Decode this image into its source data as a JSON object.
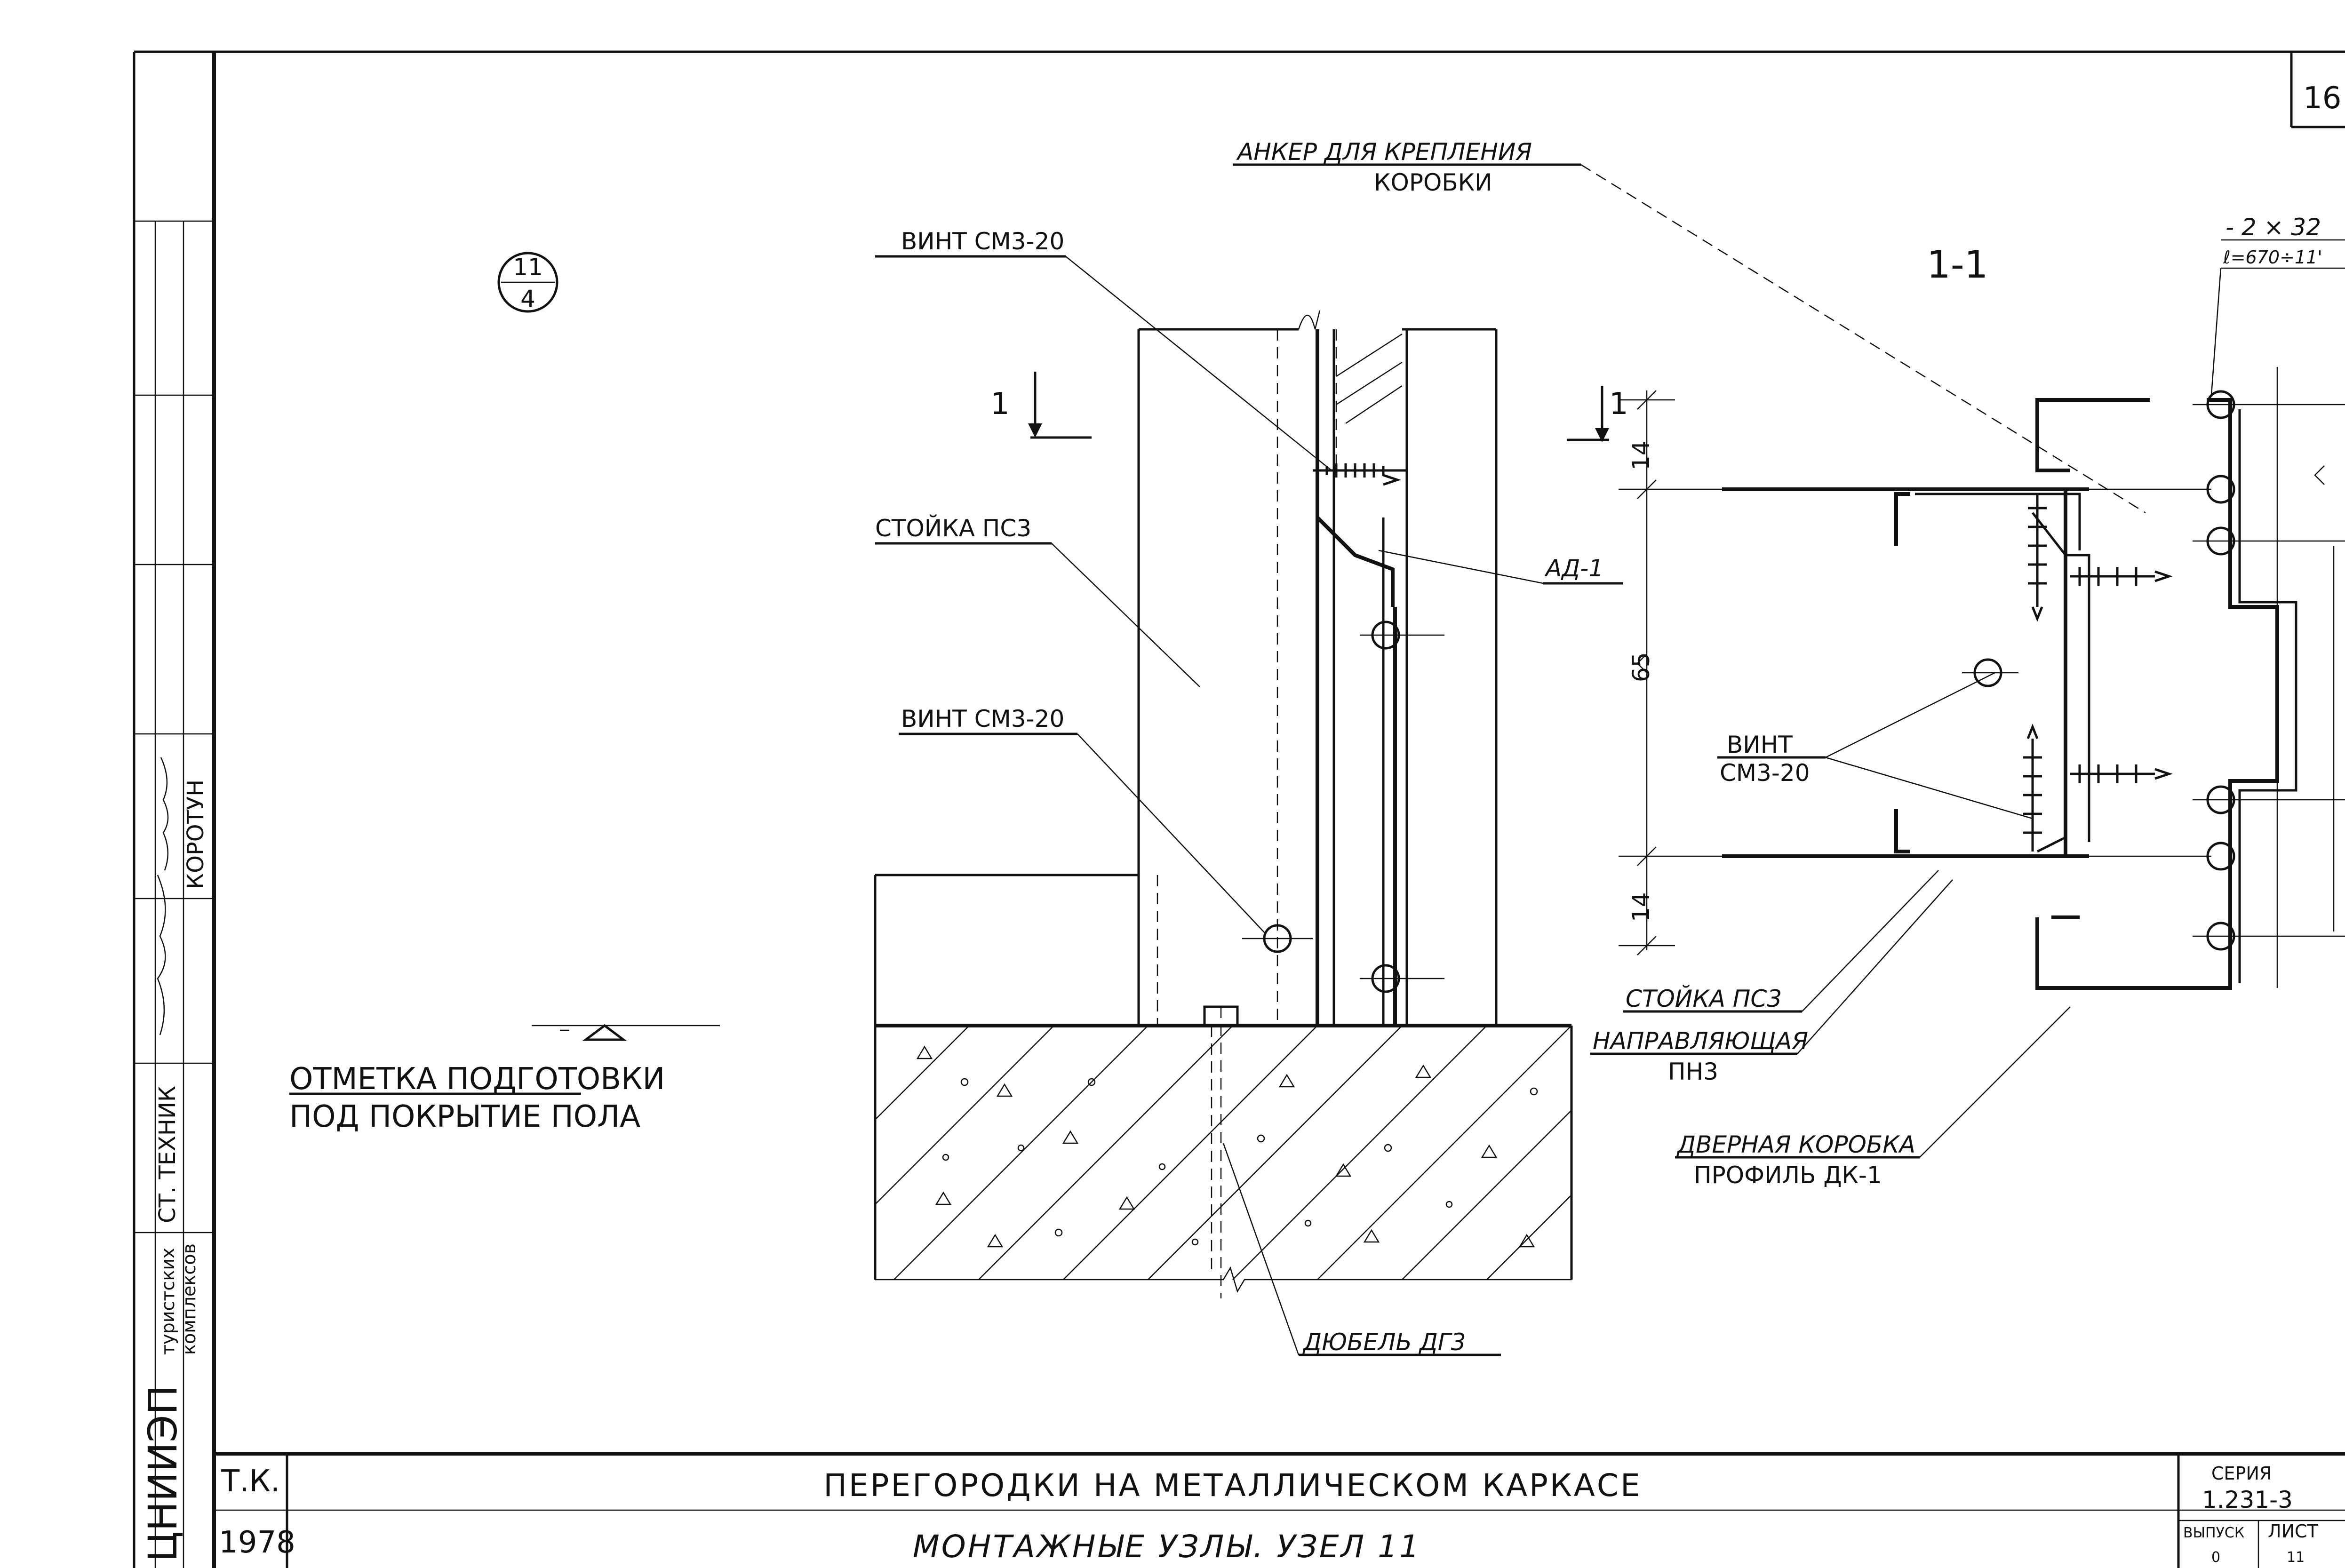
{
  "sheet": {
    "number": "16",
    "node_circle": {
      "top": "11",
      "bottom": "4"
    }
  },
  "labels": {
    "anchor_line1": "АНКЕР ДЛЯ  КРЕПЛЕНИЯ",
    "anchor_line2": "КОРОБКИ",
    "screw_top": "ВИНТ СМ3-20",
    "screw_mid": "ВИНТ СМ3-20",
    "stud_left": "СТОЙКА ПС3",
    "ad1": "АД-1",
    "floor_mark_line1": "ОТМЕТКА ПОДГОТОВКИ",
    "floor_mark_line2": "ПОД ПОКРЫТИЕ ПОЛА",
    "dowel": "ДЮБЕЛЬ ДГ3",
    "section_title": "1-1",
    "cut_mark_left": "1",
    "cut_mark_right": "1",
    "strip_line1": "- 2 × 32",
    "strip_line2": "ℓ=670÷11'",
    "screw_section_line1": "ВИНТ",
    "screw_section_line2": "СМ3-20",
    "stud_right": "СТОЙКА ПС3",
    "guide_line1": "НАПРАВЛЯЮЩАЯ",
    "guide_line2": "ПН3",
    "door_frame_line1": "ДВЕРНАЯ КОРОБКА",
    "door_frame_line2": "ПРОФИЛЬ ДК-1"
  },
  "dimensions": {
    "top": "14",
    "middle": "65",
    "bottom": "14"
  },
  "title_block": {
    "org": "ЦНИИЭП",
    "org_sub1": "туристских",
    "org_sub2": "комплексов",
    "role_1": "СТ. ТЕХНИК",
    "person_1": "КОРОТУН",
    "code": "Т.К.",
    "year": "1978",
    "title_main": "ПЕРЕГОРОДКИ НА МЕТАЛЛИЧЕСКОМ КАРКАСЕ",
    "title_sub": "МОНТАЖНЫЕ УЗЛЫ. УЗЕЛ 11",
    "series_label": "СЕРИЯ",
    "series_value": "1.231-3",
    "issue_label": "ВЫПУСК",
    "issue_value": "0",
    "sheet_label": "ЛИСТ",
    "sheet_value": "11"
  }
}
